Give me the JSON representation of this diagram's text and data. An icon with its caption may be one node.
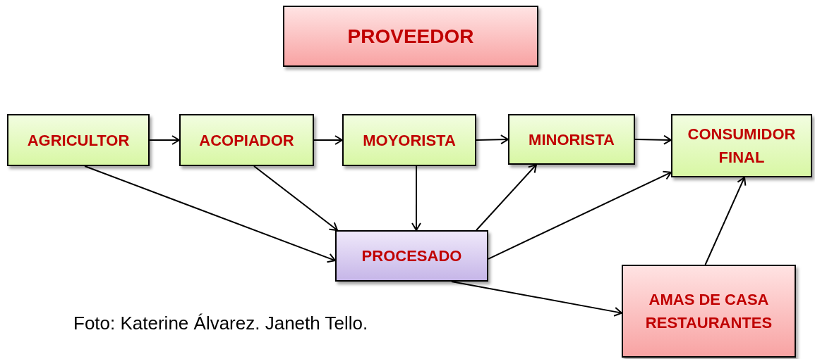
{
  "diagram": {
    "nodes": [
      {
        "text": [
          "PROVEEDOR"
        ]
      },
      {
        "text": [
          "AGRICULTOR"
        ]
      },
      {
        "text": [
          "ACOPIADOR"
        ]
      },
      {
        "text": [
          "MOYORISTA"
        ]
      },
      {
        "text": [
          "MINORISTA"
        ]
      },
      {
        "text": [
          "CONSUMIDOR FINAL"
        ]
      },
      {
        "text": [
          "PROCESADO"
        ]
      },
      {
        "text": [
          "AMAS DE CASA RESTAURANTES"
        ]
      }
    ],
    "edges": [
      {
        "from": 1,
        "to": 2,
        "arrow": "to"
      },
      {
        "from": 2,
        "to": 3,
        "arrow": "to"
      },
      {
        "from": 3,
        "to": 4,
        "arrow": "to"
      },
      {
        "from": 4,
        "to": 5,
        "arrow": "to"
      },
      {
        "from": 1,
        "to": 6,
        "arrow": "to"
      },
      {
        "from": 2,
        "to": 6,
        "arrow": "to"
      },
      {
        "from": 3,
        "to": 6,
        "arrow": "to"
      },
      {
        "from": 6,
        "to": 4,
        "arrow": "to"
      },
      {
        "from": 6,
        "to": 5,
        "arrow": "to"
      },
      {
        "from": 6,
        "to": 7,
        "arrow": "to"
      },
      {
        "from": 7,
        "to": 5,
        "arrow": "to"
      }
    ],
    "labels": [
      "Foto: Katerine Álvarez. Janeth Tello."
    ]
  }
}
